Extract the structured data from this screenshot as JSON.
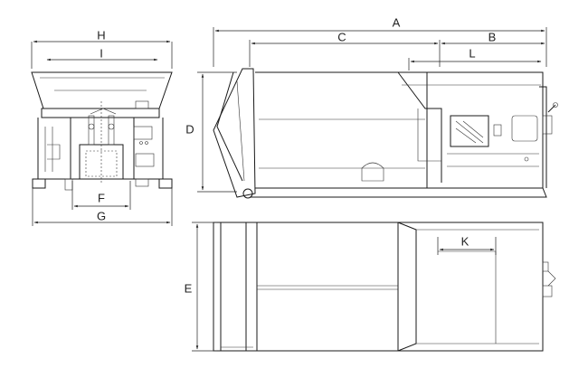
{
  "dimension_labels": {
    "A": "A",
    "B": "B",
    "C": "C",
    "D": "D",
    "E": "E",
    "F": "F",
    "G": "G",
    "H": "H",
    "I": "I",
    "K": "K",
    "L": "L"
  },
  "colors": {
    "line": "#1a1a1a",
    "background": "#ffffff"
  }
}
